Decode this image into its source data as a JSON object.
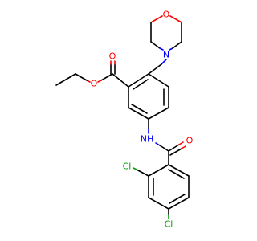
{
  "molecule": {
    "atom_labels": {
      "morpholine_o": "O",
      "morpholine_n": "N",
      "carbonyl_o": "O",
      "ester_o": "O",
      "amide_nh": "NH",
      "amide_o": "O",
      "cl_ortho": "Cl",
      "cl_para": "Cl"
    },
    "colors": {
      "carbon_bond": "#000000",
      "oxygen": "#ff0000",
      "nitrogen": "#0000ff",
      "chlorine": "#00a000"
    }
  }
}
